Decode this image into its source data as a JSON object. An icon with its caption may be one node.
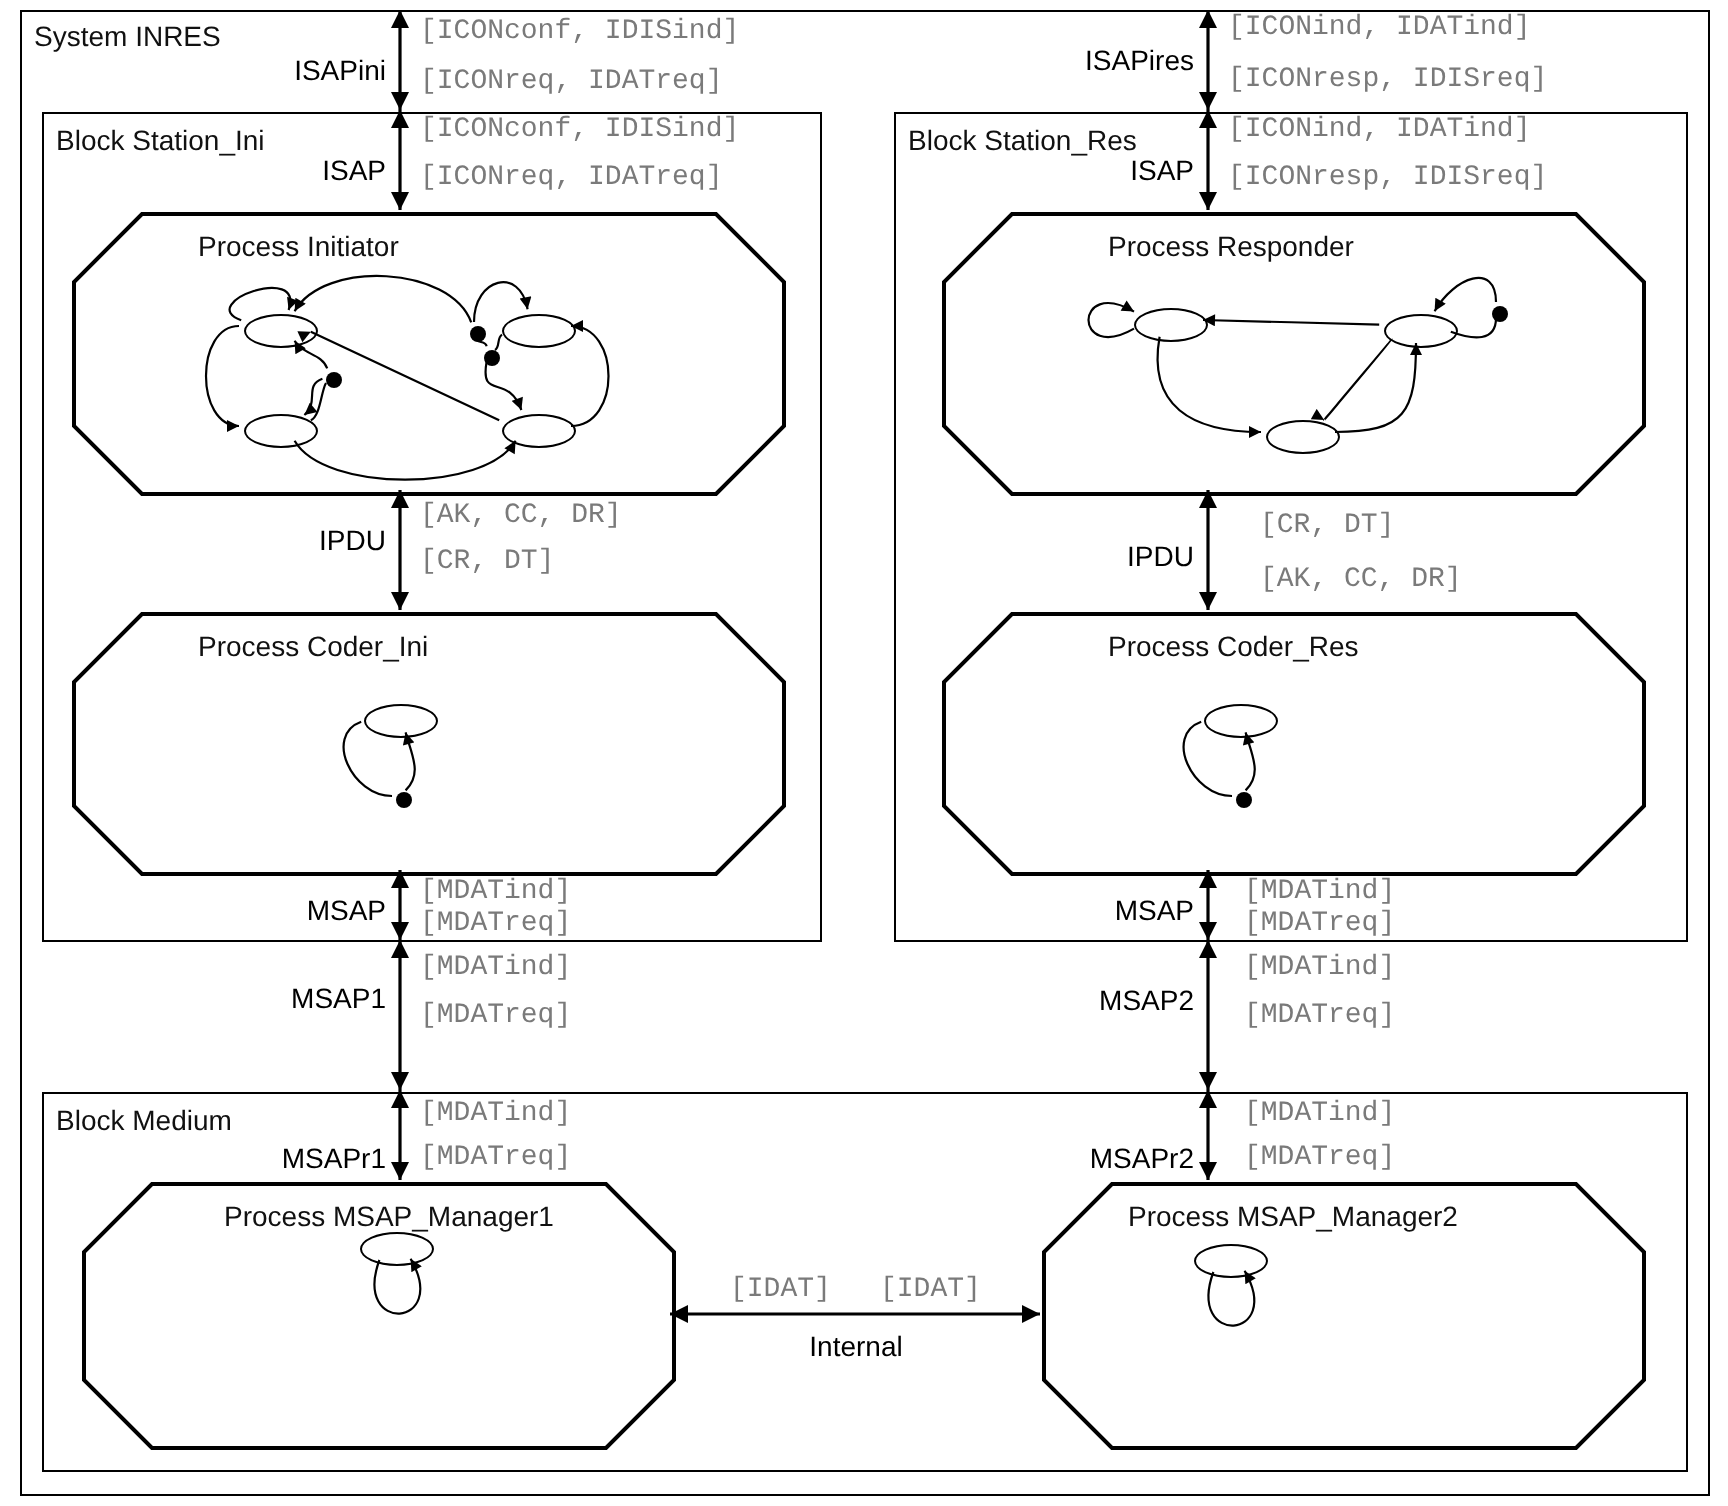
{
  "diagram": {
    "nodes": [
      {
        "text": [
          "System INRES"
        ]
      },
      {
        "text": [
          "Block Station_Ini"
        ],
        "in": 0
      },
      {
        "text": [
          "Process Initiator"
        ],
        "in": 1
      },
      {
        "text": [],
        "shape": "ellipse",
        "in": 2
      },
      {
        "text": [],
        "shape": "ellipse",
        "in": 2
      },
      {
        "text": [],
        "shape": "dot",
        "in": 2
      },
      {
        "text": [],
        "shape": "dot",
        "in": 2
      },
      {
        "text": [],
        "shape": "dot",
        "in": 2
      },
      {
        "text": [],
        "shape": "ellipse",
        "in": 2
      },
      {
        "text": [],
        "shape": "ellipse",
        "in": 2
      },
      {
        "text": [
          "Process Coder_Ini"
        ],
        "in": 1
      },
      {
        "text": [],
        "shape": "ellipse",
        "in": 10
      },
      {
        "text": [],
        "shape": "dot",
        "in": 10
      },
      {
        "text": [
          "Block Station_Res"
        ],
        "in": 0
      },
      {
        "text": [
          "Process Responder"
        ],
        "in": 13
      },
      {
        "text": [],
        "shape": "ellipse",
        "in": 14
      },
      {
        "text": [],
        "shape": "ellipse",
        "in": 14
      },
      {
        "text": [],
        "shape": "dot",
        "in": 14
      },
      {
        "text": [],
        "shape": "ellipse",
        "in": 14
      },
      {
        "text": [
          "Process Coder_Res"
        ],
        "in": 13
      },
      {
        "text": [],
        "shape": "ellipse",
        "in": 19
      },
      {
        "text": [],
        "shape": "dot",
        "in": 19
      },
      {
        "text": [
          "Block Medium"
        ],
        "in": 0
      },
      {
        "text": [
          "Process MSAP_Manager1"
        ],
        "in": 22
      },
      {
        "text": [],
        "shape": "ellipse",
        "in": 23
      },
      {
        "text": [
          "Process MSAP_Manager2"
        ],
        "in": 22
      },
      {
        "text": [],
        "shape": "ellipse",
        "in": 25
      }
    ],
    "edges": [
      {
        "from": 0,
        "to": 1,
        "arrow": "both",
        "label": "ISAPini"
      },
      {
        "from": 0,
        "to": 13,
        "arrow": "both",
        "label": "ISAPires"
      },
      {
        "from": 1,
        "to": 2,
        "arrow": "both",
        "label": "ISAP"
      },
      {
        "from": 13,
        "to": 14,
        "arrow": "both",
        "label": "ISAP"
      },
      {
        "from": 2,
        "to": 10,
        "arrow": "both",
        "label": "IPDU"
      },
      {
        "from": 14,
        "to": 19,
        "arrow": "both",
        "label": "IPDU"
      },
      {
        "from": 10,
        "to": 1,
        "arrow": "both",
        "label": "MSAP"
      },
      {
        "from": 19,
        "to": 13,
        "arrow": "both",
        "label": "MSAP"
      },
      {
        "from": 1,
        "to": 22,
        "arrow": "both",
        "label": "MSAP1"
      },
      {
        "from": 13,
        "to": 22,
        "arrow": "both",
        "label": "MSAP2"
      },
      {
        "from": 22,
        "to": 23,
        "arrow": "both",
        "label": "MSAPr1"
      },
      {
        "from": 22,
        "to": 25,
        "arrow": "both",
        "label": "MSAPr2"
      },
      {
        "from": 23,
        "to": 25,
        "arrow": "both",
        "label": "Internal"
      },
      {
        "from": 3,
        "to": 3,
        "arrow": "to"
      },
      {
        "from": 3,
        "to": 8,
        "arrow": "to"
      },
      {
        "from": 8,
        "to": 9,
        "arrow": "to"
      },
      {
        "from": 9,
        "to": 3,
        "arrow": "to"
      },
      {
        "from": 9,
        "to": 4,
        "arrow": "to"
      },
      {
        "from": 8,
        "to": 7,
        "arrow": "none"
      },
      {
        "from": 7,
        "to": 3,
        "arrow": "to"
      },
      {
        "from": 7,
        "to": 8,
        "arrow": "to"
      },
      {
        "from": 4,
        "to": 6,
        "arrow": "none"
      },
      {
        "from": 6,
        "to": 5,
        "arrow": "none"
      },
      {
        "from": 5,
        "to": 3,
        "arrow": "to"
      },
      {
        "from": 5,
        "to": 4,
        "arrow": "to"
      },
      {
        "from": 6,
        "to": 9,
        "arrow": "to"
      },
      {
        "from": 11,
        "to": 12,
        "arrow": "none"
      },
      {
        "from": 12,
        "to": 11,
        "arrow": "to"
      },
      {
        "from": 15,
        "to": 15,
        "arrow": "to"
      },
      {
        "from": 16,
        "to": 15,
        "arrow": "to"
      },
      {
        "from": 16,
        "to": 18,
        "arrow": "to"
      },
      {
        "from": 15,
        "to": 18,
        "arrow": "to"
      },
      {
        "from": 18,
        "to": 16,
        "arrow": "to"
      },
      {
        "from": 16,
        "to": 17,
        "arrow": "none"
      },
      {
        "from": 17,
        "to": 16,
        "arrow": "to"
      },
      {
        "from": 20,
        "to": 21,
        "arrow": "none"
      },
      {
        "from": 21,
        "to": 20,
        "arrow": "to"
      },
      {
        "from": 24,
        "to": 24,
        "arrow": "to"
      },
      {
        "from": 26,
        "to": 26,
        "arrow": "to"
      }
    ],
    "labels": [
      "[ICONconf, IDISind]",
      "[ICONreq, IDATreq]",
      "[ICONind, IDATind]",
      "[ICONresp, IDISreq]",
      "[ICONconf, IDISind]",
      "[ICONreq, IDATreq]",
      "[ICONind, IDATind]",
      "[ICONresp, IDISreq]",
      "[AK, CC, DR]",
      "[CR, DT]",
      "[CR, DT]",
      "[AK, CC, DR]",
      "[MDATind]",
      "[MDATreq]",
      "[MDATind]",
      "[MDATreq]",
      "[MDATind]",
      "[MDATreq]",
      "[MDATind]",
      "[MDATreq]",
      "[MDATind]",
      "[MDATreq]",
      "[MDATind]",
      "[MDATreq]",
      "[IDAT]",
      "[IDAT]"
    ]
  }
}
